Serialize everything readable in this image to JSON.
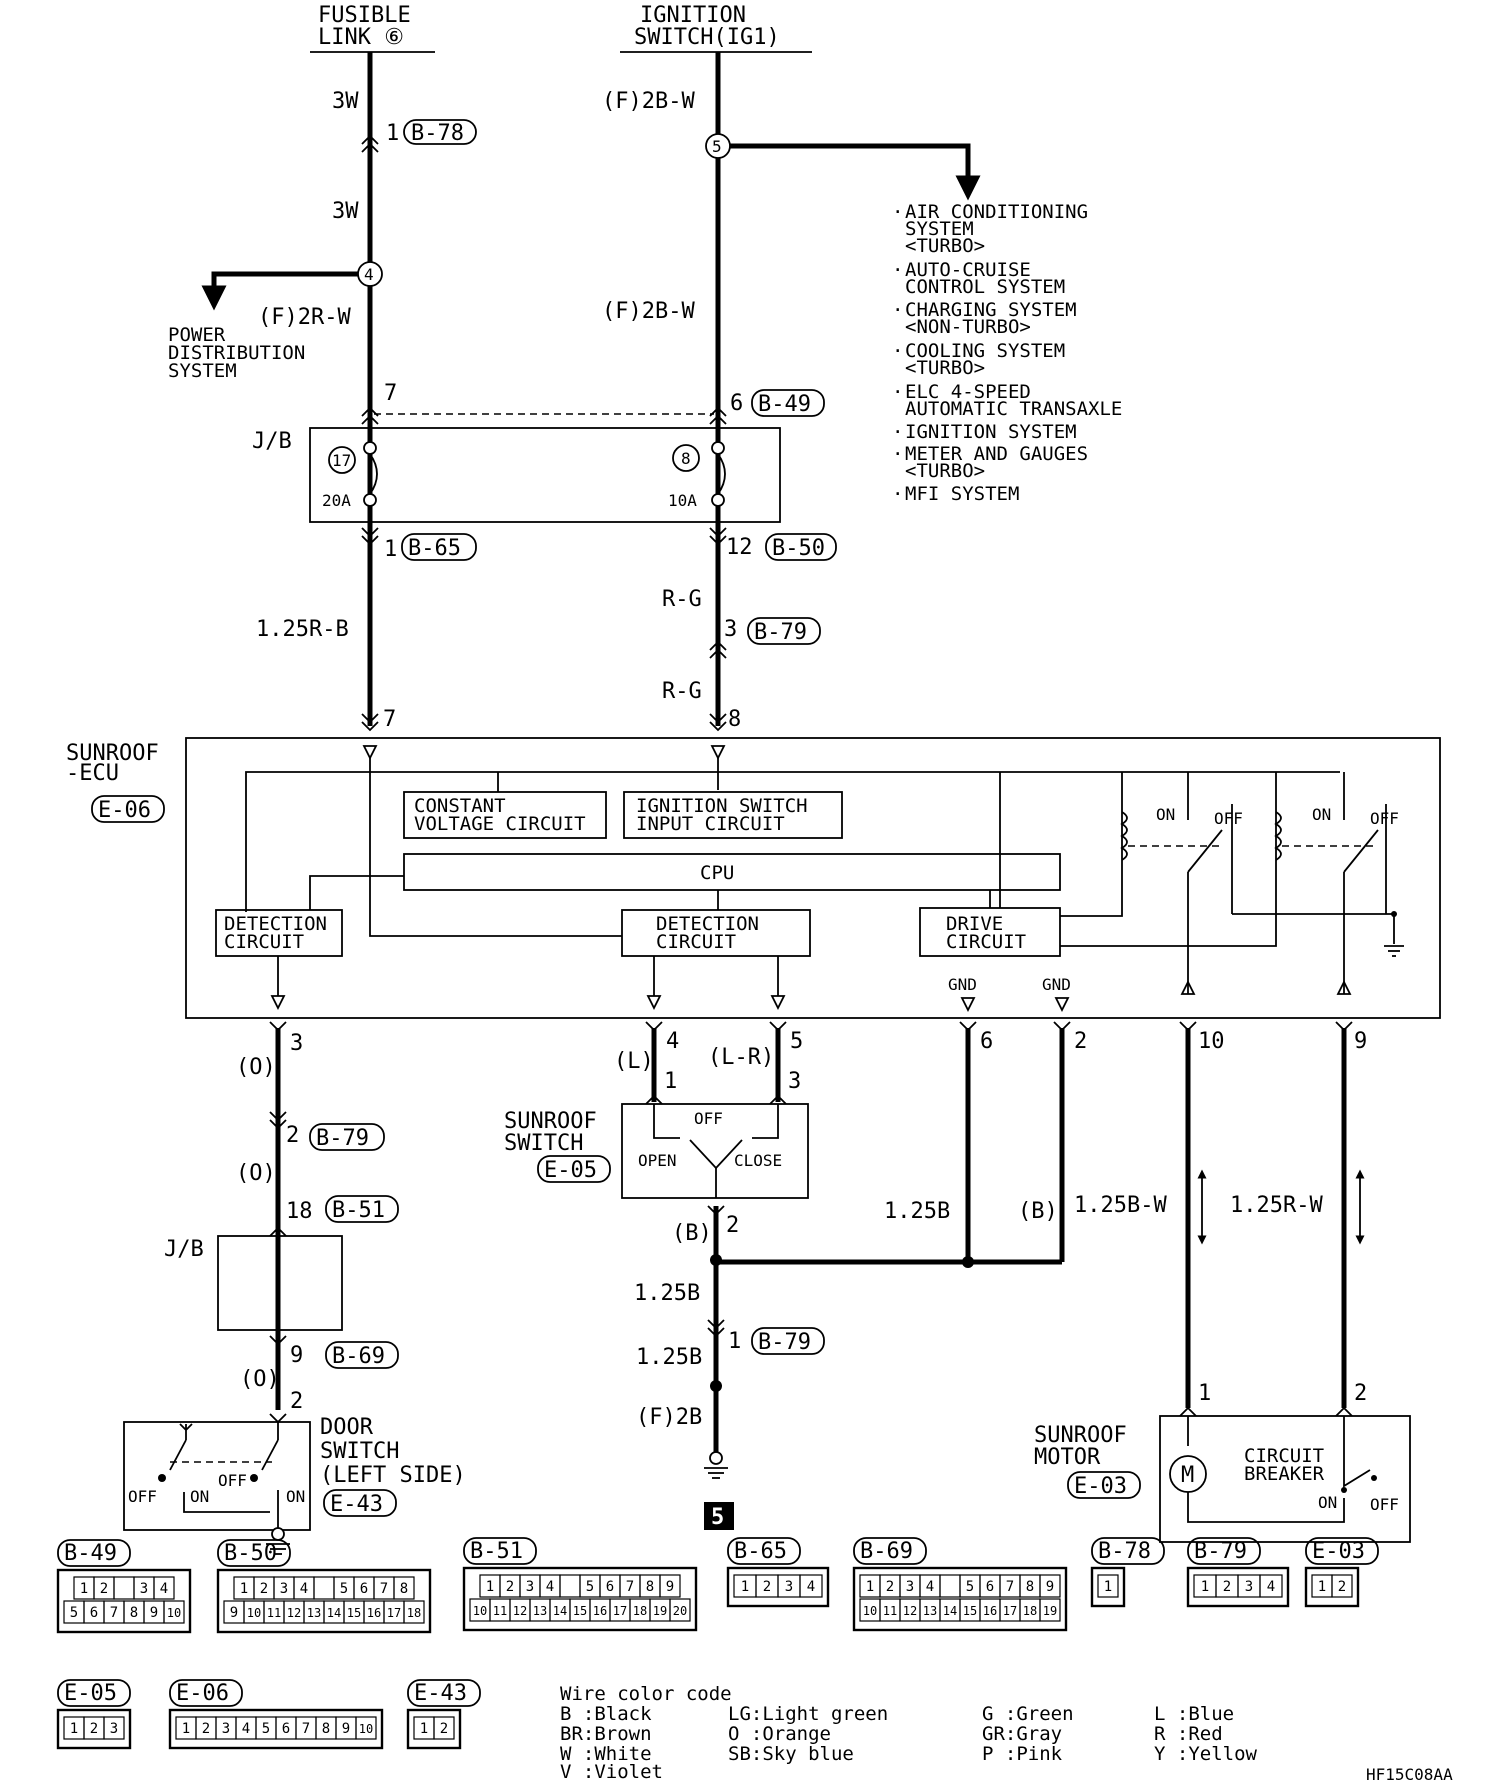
{
  "sources": {
    "fusible_link": [
      "FUSIBLE",
      "LINK ⑥"
    ],
    "ignition_switch": [
      "IGNITION",
      "SWITCH(IG1)"
    ]
  },
  "wires": {
    "w3w_a": "3W",
    "w3w_b": "3W",
    "f2bw_a": "(F)2B-W",
    "f2bw_b": "(F)2B-W",
    "f2rw": "(F)2R-W",
    "w125rb": "1.25R-B",
    "rg_a": "R-G",
    "rg_b": "R-G",
    "o_a": "(O)",
    "o_b": "(O)",
    "o_c": "(O)",
    "l": "(L)",
    "lr": "(L-R)",
    "b_sw": "(B)",
    "b125_a": "1.25B",
    "b125_b": "1.25B",
    "b125_c": "1.25B",
    "b_gnd": "(B)",
    "b125w": "1.25B-W",
    "r125w": "1.25R-W",
    "f2b": "(F)2B"
  },
  "connectors_ref": {
    "b78": "B-78",
    "b49": "B-49",
    "b65": "B-65",
    "b50": "B-50",
    "b79_a": "B-79",
    "b79_b": "B-79",
    "b79_c": "B-79",
    "b51": "B-51",
    "b69": "B-69",
    "e06": "E-06",
    "e05": "E-05",
    "e43": "E-43",
    "e03": "E-03"
  },
  "pins": {
    "p1_b78": "1",
    "p7_jb": "7",
    "p6_b49": "6",
    "p1_b65": "1",
    "p12_b50": "12",
    "p3_b79": "3",
    "p7_ecu": "7",
    "p8_ecu": "8",
    "p3_ecu": "3",
    "p4_ecu": "4",
    "p5_ecu": "5",
    "p6_ecu": "6",
    "p2_ecu": "2",
    "p10_ecu": "10",
    "p9_ecu": "9",
    "p1_sw": "1",
    "p3_sw": "3",
    "p2_sw": "2",
    "p2_b79": "2",
    "p18_b51": "18",
    "p9_b69": "9",
    "p2_door": "2",
    "p1_b79": "1",
    "p1_motor": "1",
    "p2_motor": "2"
  },
  "junctions": {
    "j4": "4",
    "j5": "5",
    "f17": "17",
    "f8": "8"
  },
  "jb": {
    "label_top": "J/B",
    "label_bottom": "J/B",
    "fuse_20": "20A",
    "fuse_10": "10A"
  },
  "power_distribution": [
    "POWER",
    "DISTRIBUTION",
    "SYSTEM"
  ],
  "systems": [
    [
      "AIR CONDITIONING",
      "SYSTEM",
      "<TURBO>"
    ],
    [
      "AUTO-CRUISE",
      "CONTROL SYSTEM"
    ],
    [
      "CHARGING SYSTEM",
      "<NON-TURBO>"
    ],
    [
      "COOLING SYSTEM",
      "<TURBO>"
    ],
    [
      "ELC 4-SPEED",
      "AUTOMATIC TRANSAXLE"
    ],
    [
      "IGNITION SYSTEM"
    ],
    [
      "METER AND GAUGES",
      "<TURBO>"
    ],
    [
      "MFI SYSTEM"
    ]
  ],
  "ecu": {
    "name": [
      "SUNROOF",
      "-ECU"
    ],
    "constant_voltage": [
      "CONSTANT",
      "VOLTAGE CIRCUIT"
    ],
    "ign_input": [
      "IGNITION SWITCH",
      "INPUT CIRCUIT"
    ],
    "cpu": "CPU",
    "detection_left": [
      "DETECTION",
      "CIRCUIT"
    ],
    "detection_mid": [
      "DETECTION",
      "CIRCUIT"
    ],
    "drive": [
      "DRIVE",
      "CIRCUIT"
    ],
    "gnd_a": "GND",
    "gnd_b": "GND",
    "relay1_on": "ON",
    "relay1_off": "OFF",
    "relay2_on": "ON",
    "relay2_off": "OFF"
  },
  "sunroof_switch": {
    "name": [
      "SUNROOF",
      "SWITCH"
    ],
    "off": "OFF",
    "open": "OPEN",
    "close": "CLOSE"
  },
  "door_switch": {
    "name": [
      "DOOR",
      "SWITCH",
      "(LEFT SIDE)"
    ],
    "off_a": "OFF",
    "on_a": "ON",
    "off_b": "OFF",
    "on_b": "ON"
  },
  "motor": {
    "name": [
      "SUNROOF",
      "MOTOR"
    ],
    "m": "M",
    "breaker": [
      "CIRCUIT",
      "BREAKER"
    ],
    "on": "ON",
    "off": "OFF"
  },
  "ground_ref": "5",
  "connector_faces": [
    {
      "id": "B-49",
      "rows": [
        [
          "1",
          "2",
          "",
          "3",
          "4"
        ],
        [
          "5",
          "6",
          "7",
          "8",
          "9",
          "10"
        ]
      ]
    },
    {
      "id": "B-50",
      "rows": [
        [
          "1",
          "2",
          "3",
          "4",
          "",
          "5",
          "6",
          "7",
          "8"
        ],
        [
          "9",
          "10",
          "11",
          "12",
          "13",
          "14",
          "15",
          "16",
          "17",
          "18"
        ]
      ]
    },
    {
      "id": "B-51",
      "rows": [
        [
          "1",
          "2",
          "3",
          "4",
          "",
          "5",
          "6",
          "7",
          "8",
          "9"
        ],
        [
          "10",
          "11",
          "12",
          "13",
          "14",
          "15",
          "16",
          "17",
          "18",
          "19",
          "20"
        ]
      ]
    },
    {
      "id": "B-65",
      "rows": [
        [
          "1",
          "2",
          "3",
          "4"
        ]
      ]
    },
    {
      "id": "B-69",
      "rows": [
        [
          "1",
          "2",
          "3",
          "4",
          "",
          "5",
          "6",
          "7",
          "8",
          "9"
        ],
        [
          "10",
          "11",
          "12",
          "13",
          "14",
          "15",
          "16",
          "17",
          "18",
          "19"
        ]
      ]
    },
    {
      "id": "B-78",
      "rows": [
        [
          "1"
        ]
      ]
    },
    {
      "id": "B-79",
      "rows": [
        [
          "1",
          "2",
          "3",
          "4"
        ]
      ]
    },
    {
      "id": "E-03",
      "rows": [
        [
          "1",
          "2"
        ]
      ]
    },
    {
      "id": "E-05",
      "rows": [
        [
          "1",
          "2",
          "3"
        ]
      ]
    },
    {
      "id": "E-06",
      "rows": [
        [
          "1",
          "2",
          "3",
          "4",
          "5",
          "6",
          "7",
          "8",
          "9",
          "10"
        ]
      ]
    },
    {
      "id": "E-43",
      "rows": [
        [
          "1",
          "2"
        ]
      ]
    }
  ],
  "wire_color_code": {
    "title": "Wire color code",
    "col1": [
      "B :Black",
      "BR:Brown",
      "W :White",
      "V :Violet"
    ],
    "col2": [
      "LG:Light green",
      "O :Orange",
      "SB:Sky blue"
    ],
    "col3": [
      "G :Green",
      "GR:Gray",
      "P :Pink"
    ],
    "col4": [
      "L :Blue",
      "R :Red",
      "Y :Yellow"
    ]
  },
  "figure_code": "HF15C08AA"
}
